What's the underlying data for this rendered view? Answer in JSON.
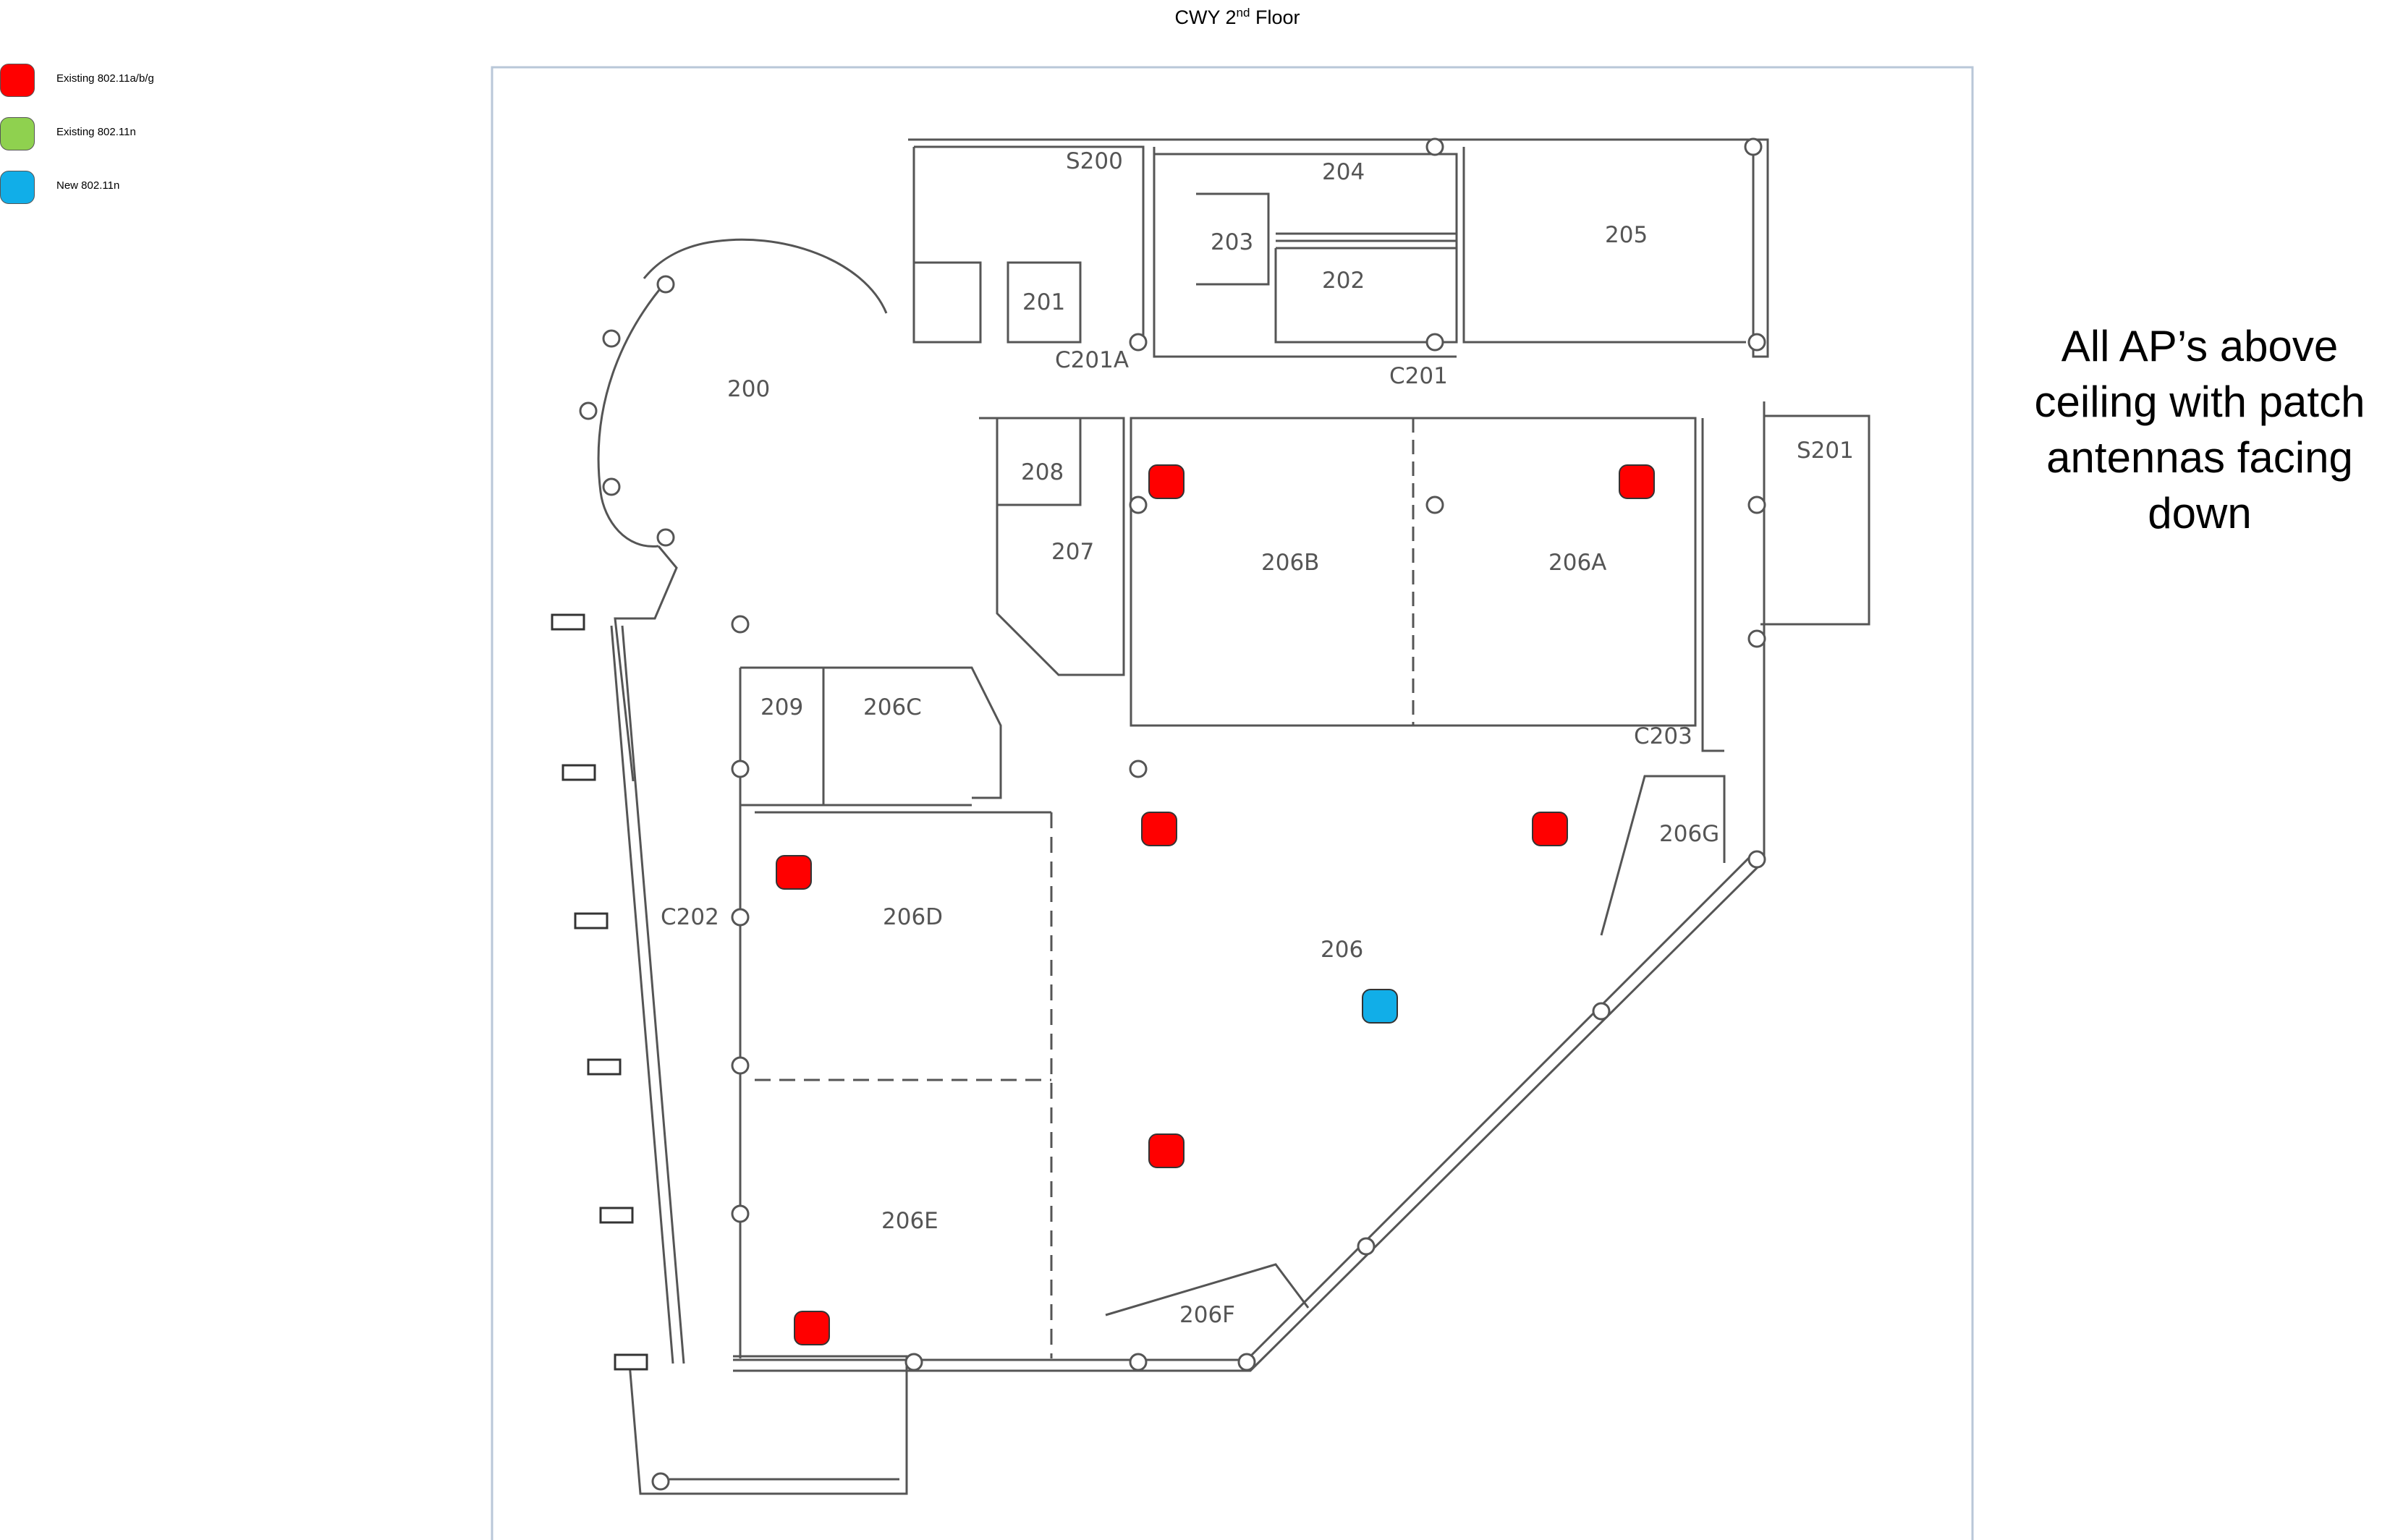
{
  "title": {
    "prefix": "CWY 2",
    "superscript": "nd",
    "suffix": " Floor"
  },
  "legend": [
    {
      "label": "Existing 802.11a/b/g",
      "color": "#ff0000"
    },
    {
      "label": "Existing 802.11n",
      "color": "#8fd14f"
    },
    {
      "label": "New 802.11n",
      "color": "#11aee8"
    }
  ],
  "note_lines": [
    "All AP’s above",
    "ceiling with patch",
    "antennas facing",
    "down"
  ],
  "rooms": {
    "r200": "200",
    "r201": "201",
    "r202": "202",
    "r203": "203",
    "r204": "204",
    "r205": "205",
    "r206": "206",
    "r206A": "206A",
    "r206B": "206B",
    "r206C": "206C",
    "r206D": "206D",
    "r206E": "206E",
    "r206F": "206F",
    "r206G": "206G",
    "r207": "207",
    "r208": "208",
    "r209": "209",
    "S200": "S200",
    "S201": "S201",
    "C201": "C201",
    "C201A": "C201A",
    "C202": "C202",
    "C203": "C203"
  },
  "access_points": [
    {
      "type": "Existing 802.11a/b/g",
      "location": "206B"
    },
    {
      "type": "Existing 802.11a/b/g",
      "location": "206A"
    },
    {
      "type": "Existing 802.11a/b/g",
      "location": "206"
    },
    {
      "type": "Existing 802.11a/b/g",
      "location": "206"
    },
    {
      "type": "Existing 802.11a/b/g",
      "location": "206D"
    },
    {
      "type": "Existing 802.11a/b/g",
      "location": "206"
    },
    {
      "type": "Existing 802.11a/b/g",
      "location": "206E"
    },
    {
      "type": "New 802.11n",
      "location": "206"
    }
  ]
}
